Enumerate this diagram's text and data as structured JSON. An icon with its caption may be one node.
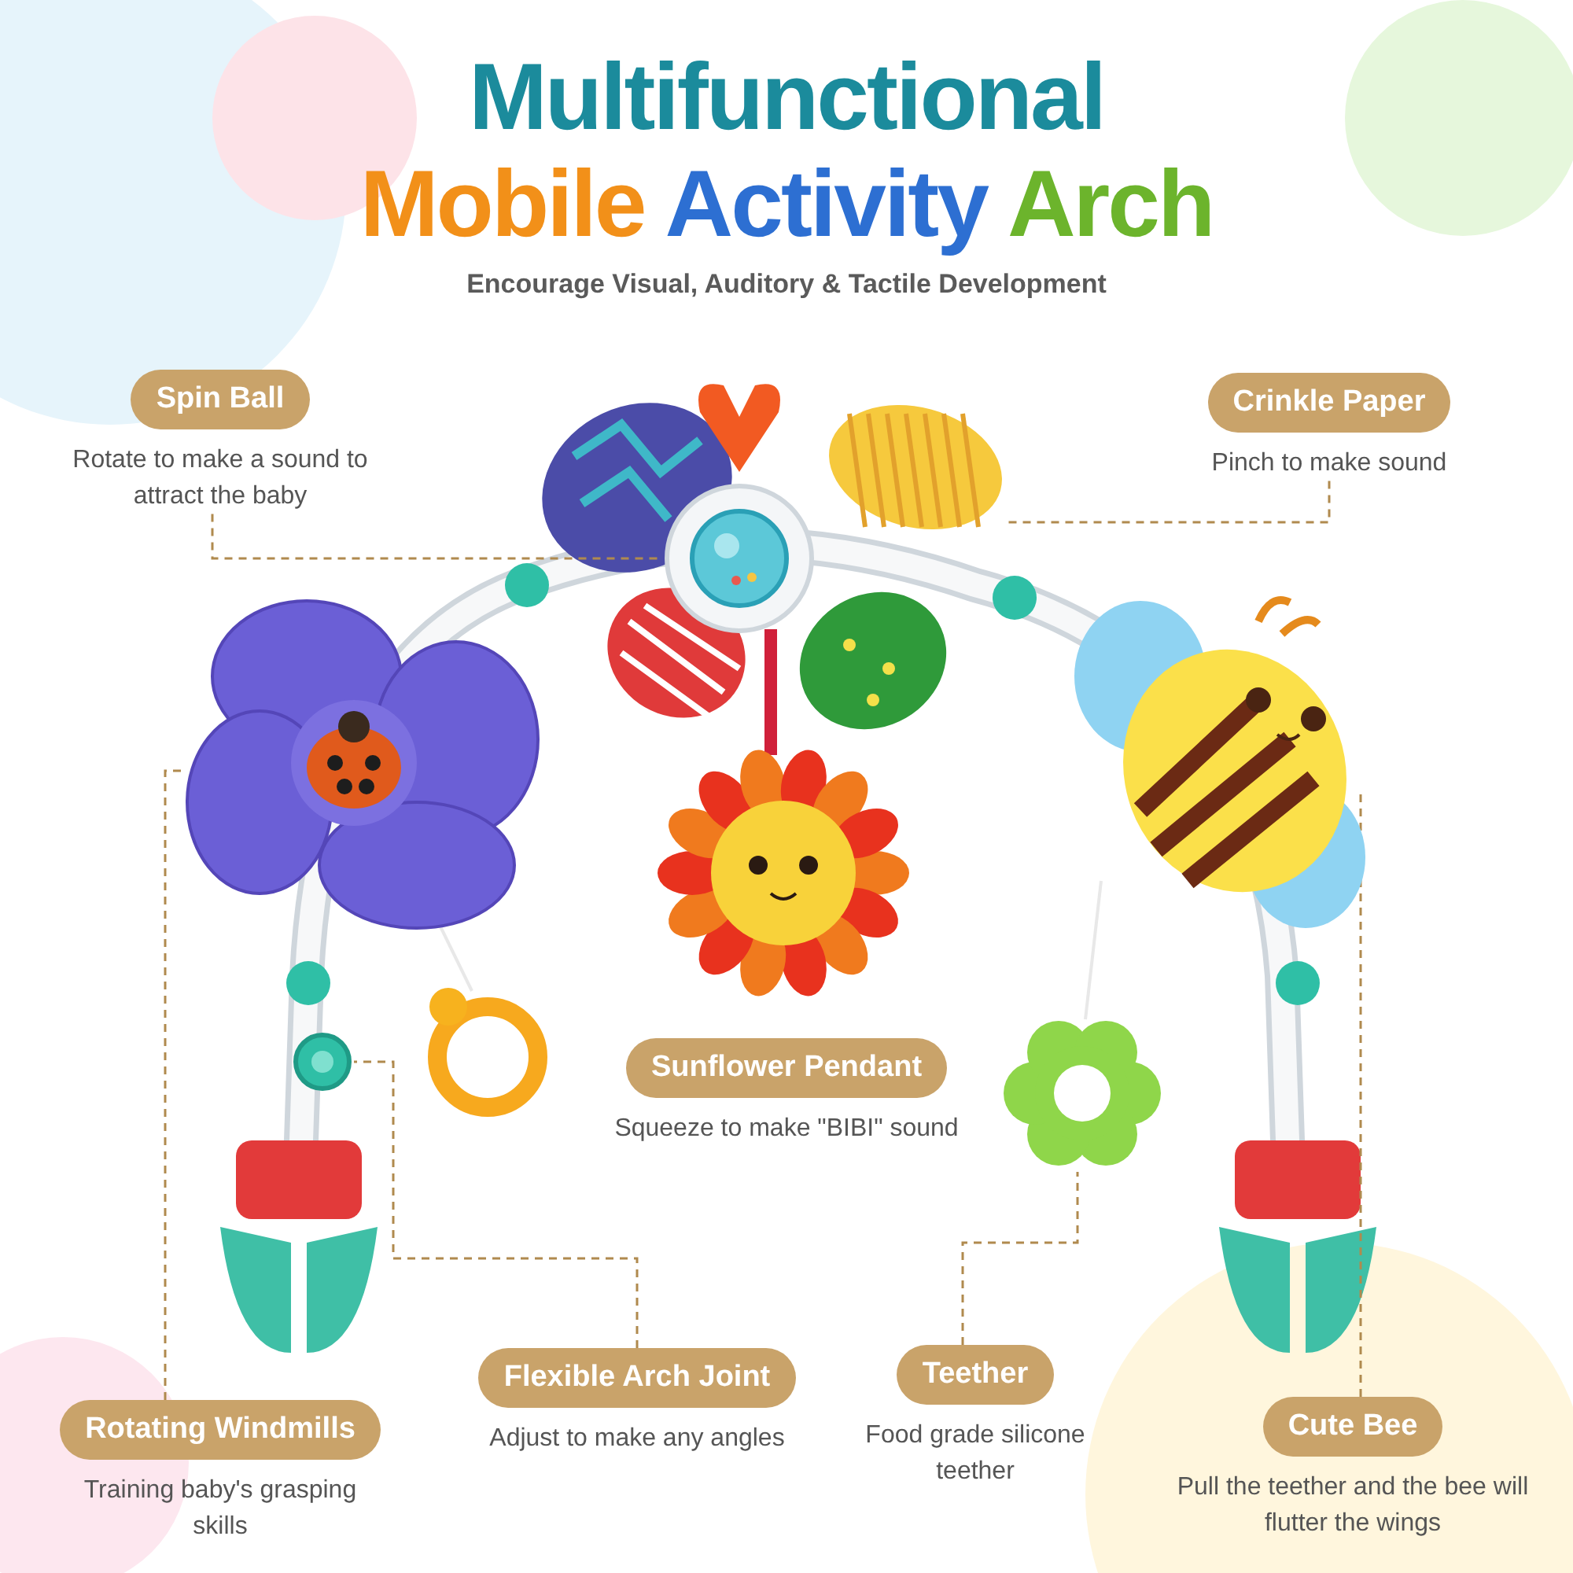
{
  "diagram": {
    "title": "Multifunctional Mobile Activity Arch",
    "nodes": [
      {
        "text": [
          "Spin Ball",
          "Rotate to make a sound to attract the baby"
        ]
      },
      {
        "text": [
          "Crinkle Paper",
          "Pinch to make sound"
        ]
      },
      {
        "text": [],
        "shape": "picture"
      },
      {
        "text": [],
        "shape": "picture"
      },
      {
        "text": [],
        "shape": "picture"
      },
      {
        "text": [],
        "shape": "picture"
      },
      {
        "text": [],
        "shape": "picture"
      },
      {
        "text": [
          "Sunflower Pendant",
          "Squeeze to make \"BIBI\" sound"
        ]
      },
      {
        "text": [],
        "shape": "picture"
      },
      {
        "text": [
          "Flexible Arch Joint",
          "Adjust to make any angles"
        ]
      },
      {
        "text": [
          "Teether",
          "Food grade silicone teether"
        ]
      },
      {
        "text": [
          "Rotating Windmills",
          "Training baby's grasping skills"
        ]
      },
      {
        "text": [
          "Cute Bee",
          "Pull the teether and the bee will flutter the wings"
        ]
      }
    ],
    "edges": [
      {
        "from": 0,
        "to": 2,
        "arrow": "none",
        "style": "dashed"
      },
      {
        "from": 1,
        "to": 3,
        "arrow": "none",
        "style": "dashed"
      },
      {
        "from": 11,
        "to": 4,
        "arrow": "none",
        "style": "dashed"
      },
      {
        "from": 12,
        "to": 5,
        "arrow": "none",
        "style": "dashed"
      },
      {
        "from": 9,
        "to": 6,
        "arrow": "none",
        "style": "dashed"
      },
      {
        "from": 10,
        "to": 8,
        "arrow": "none",
        "style": "dashed"
      }
    ],
    "labels": [
      "Encourage Visual, Auditory & Tactile Development"
    ]
  }
}
